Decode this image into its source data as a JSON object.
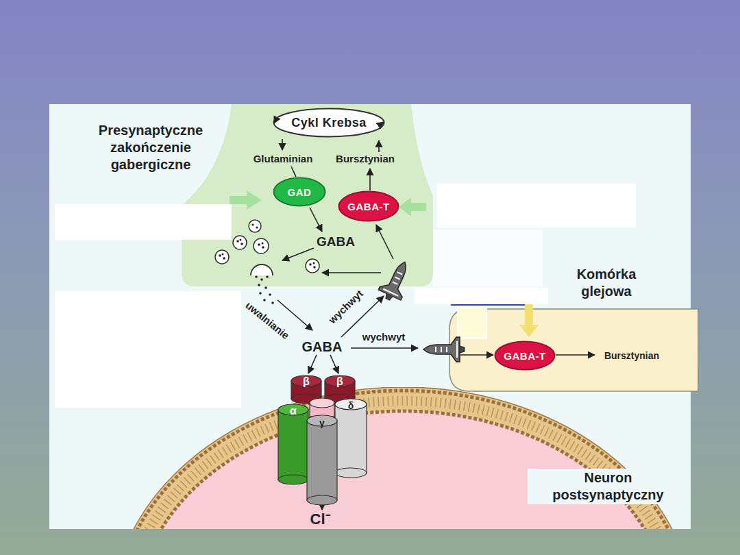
{
  "diagram": {
    "nodes": [
      {
        "text": [
          "Presynaptyczne zakończenie gabergiczne"
        ]
      },
      {
        "text": [
          "Cykl Krebsa"
        ],
        "in": 0
      },
      {
        "text": [
          "GAD"
        ],
        "in": 0
      },
      {
        "text": [
          "GABA-T"
        ],
        "in": 0
      },
      {
        "text": [
          "Komórka glejowa"
        ]
      },
      {
        "text": [
          "GABA-T"
        ],
        "in": 4
      },
      {
        "text": [
          "Neuron postsynaptyczny"
        ]
      }
    ],
    "labels": [
      "Glutaminian",
      "Bursztynian",
      "GABA",
      "uwalnianie",
      "wychwyt",
      "GABA",
      "wychwyt",
      "Bursztynian",
      "β",
      "β",
      "α",
      "γ",
      "δ",
      "Cl⁻"
    ]
  }
}
